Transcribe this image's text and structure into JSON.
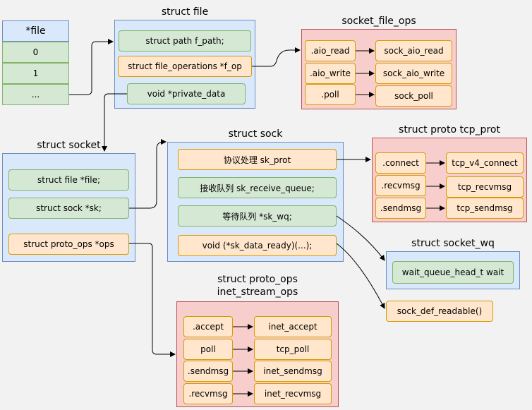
{
  "file_array": {
    "header": "*file",
    "items": [
      "0",
      "1",
      "..."
    ]
  },
  "struct_file": {
    "title": "struct file",
    "fields": [
      "struct path f_path;",
      "struct file_operations *f_op",
      "void *private_data"
    ]
  },
  "socket_file_ops": {
    "title": "socket_file_ops",
    "rows": [
      {
        "op": ".aio_read",
        "impl": "sock_aio_read"
      },
      {
        "op": ".aio_write",
        "impl": "sock_aio_write"
      },
      {
        "op": ".poll",
        "impl": "sock_poll"
      }
    ]
  },
  "struct_socket": {
    "title": "struct socket",
    "fields": [
      "struct file *file;",
      "struct sock *sk;",
      "struct proto_ops *ops"
    ]
  },
  "struct_sock": {
    "title": "struct sock",
    "fields": [
      "协议处理 sk_prot",
      "接收队列 sk_receive_queue;",
      "等待队列 *sk_wq;",
      "void  (*sk_data_ready)(...);"
    ]
  },
  "tcp_prot": {
    "title": "struct proto tcp_prot",
    "rows": [
      {
        "op": ".connect",
        "impl": "tcp_v4_connect"
      },
      {
        "op": ".recvmsg",
        "impl": "tcp_recvmsg"
      },
      {
        "op": ".sendmsg",
        "impl": "tcp_sendmsg"
      }
    ]
  },
  "socket_wq": {
    "title": "struct socket_wq",
    "field": "wait_queue_head_t wait"
  },
  "sock_def_readable": "sock_def_readable()",
  "inet_stream_ops": {
    "title": "struct proto_ops",
    "subtitle": "inet_stream_ops",
    "rows": [
      {
        "op": ".accept",
        "impl": "inet_accept"
      },
      {
        "op": "poll",
        "impl": "tcp_poll"
      },
      {
        "op": ".sendmsg",
        "impl": "inet_sendmsg"
      },
      {
        "op": ".recvmsg",
        "impl": "inet_recvmsg"
      }
    ]
  }
}
